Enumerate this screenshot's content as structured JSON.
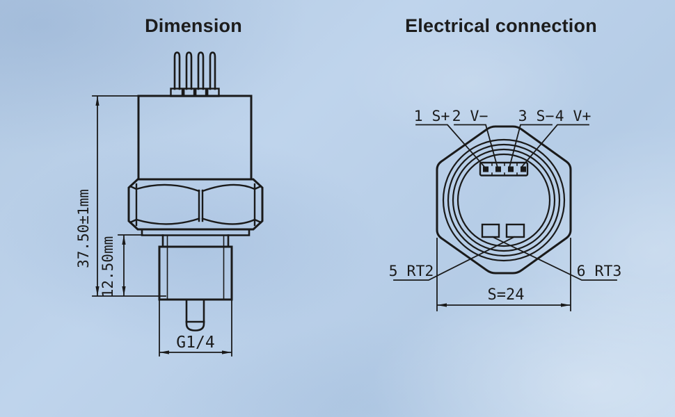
{
  "titles": {
    "left": "Dimension",
    "right": "Electrical connection"
  },
  "dimension_drawing": {
    "height_label": "37.50±1mm",
    "thread_length_label": "12.50mm",
    "thread_label": "G1/4"
  },
  "electrical_connection": {
    "pin_labels": [
      "1 S+",
      "2 V−",
      "3 S−",
      "4 V+"
    ],
    "terminal_labels": [
      "5 RT2",
      "6 RT3"
    ],
    "width_label": "S=24"
  },
  "colors": {
    "line": "#1a1a1a",
    "background": "#b8cee6",
    "title_text": "#1c1c1c"
  }
}
